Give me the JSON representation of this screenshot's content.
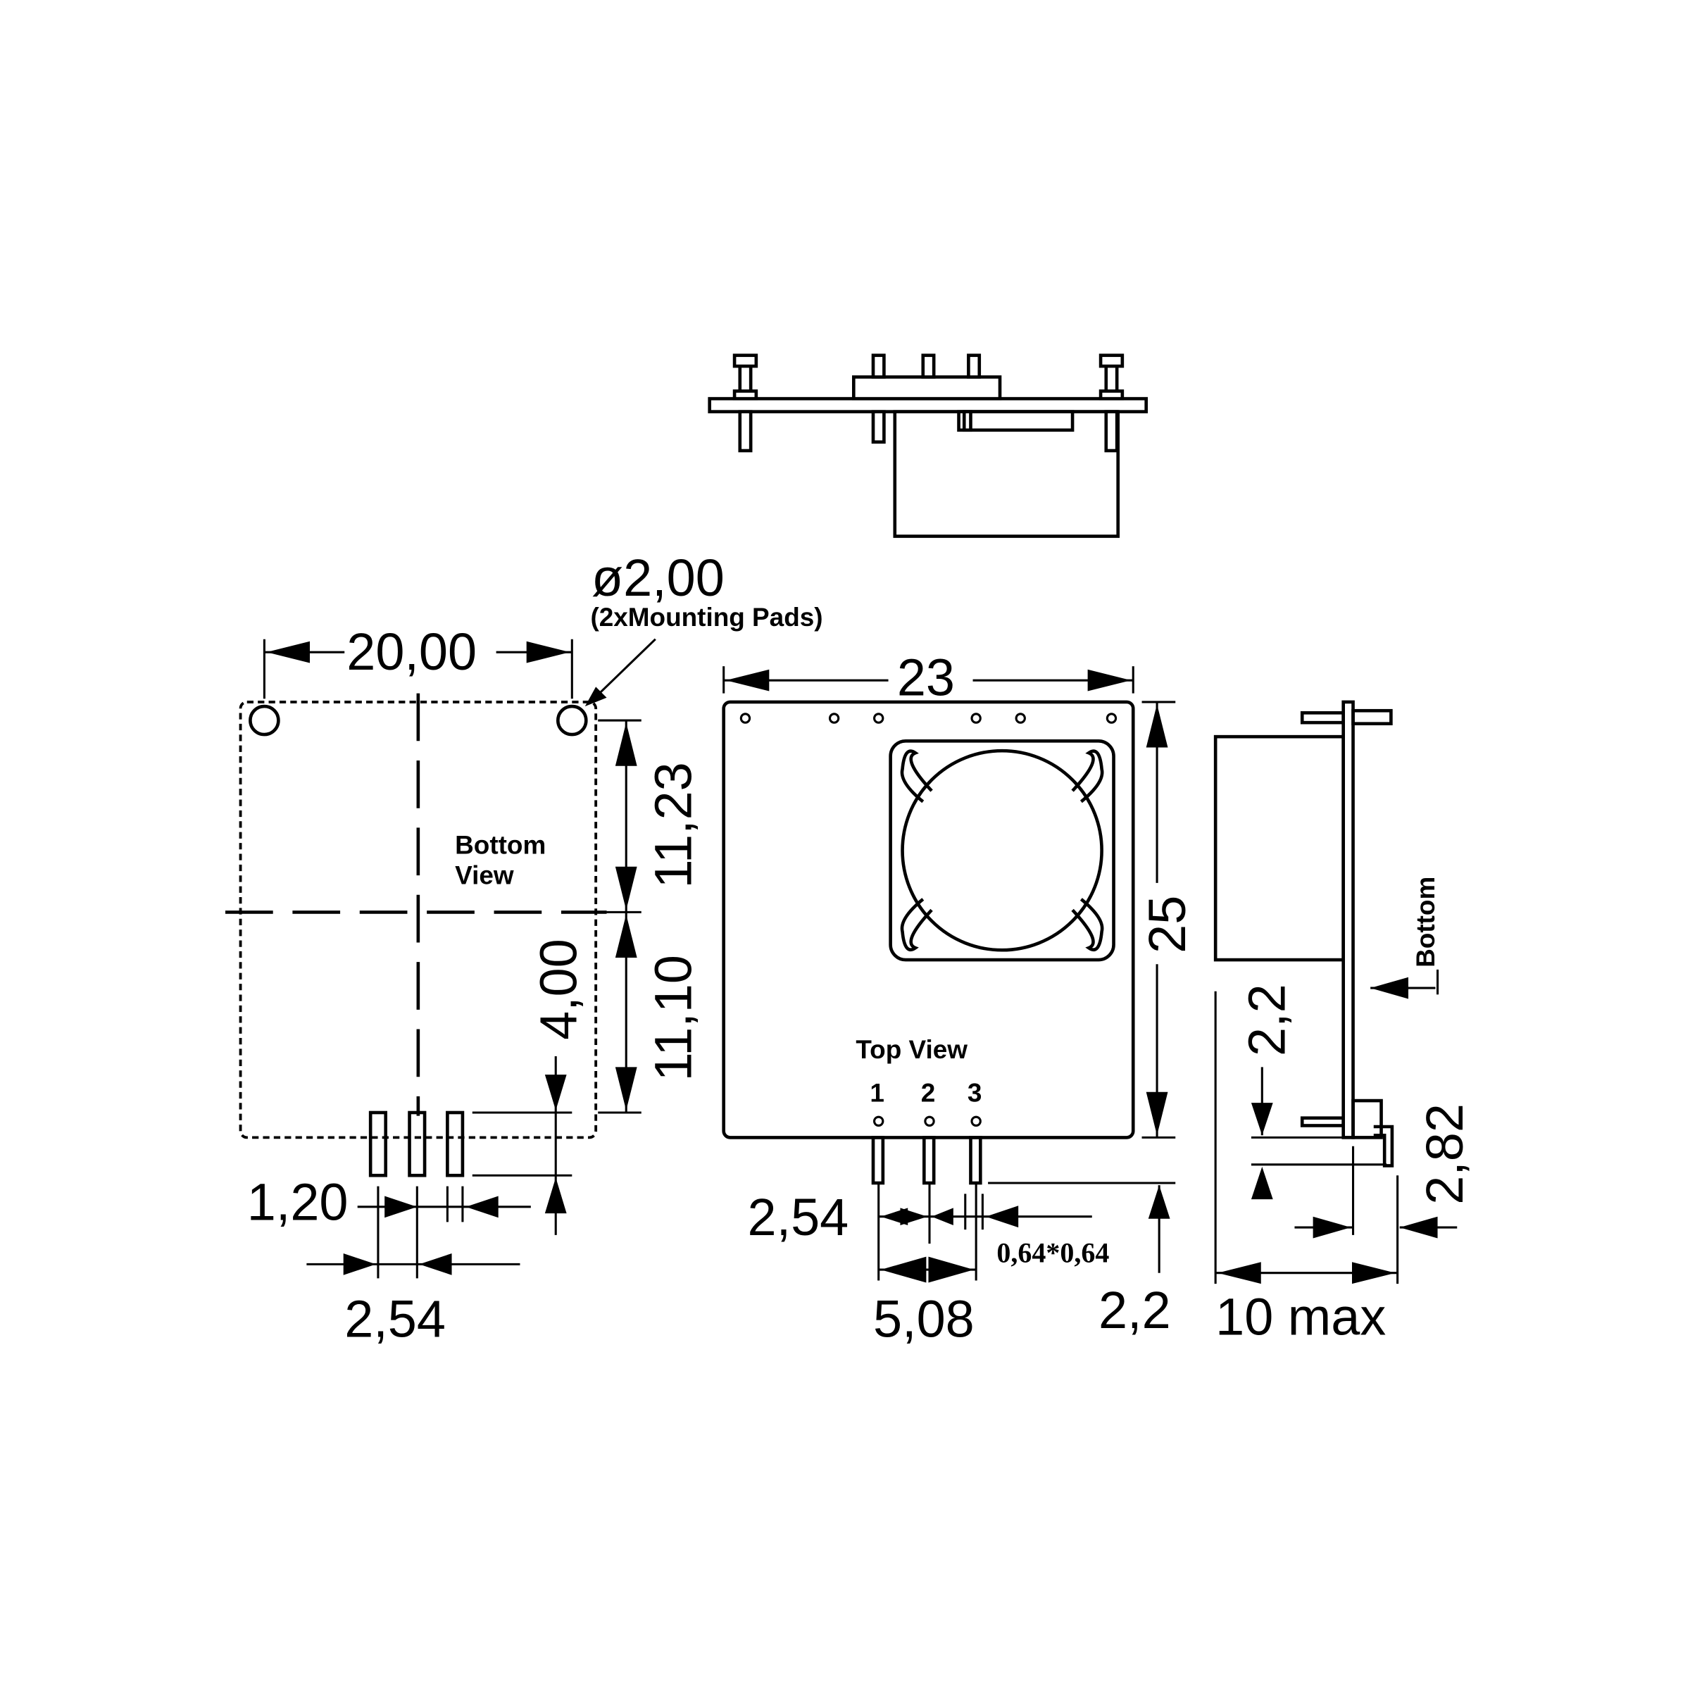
{
  "drawing": {
    "title": "Mechanical dimensions drawing (mm)",
    "bottom_view": {
      "label_line1": "Bottom",
      "label_line2": "View",
      "pad_spacing": "20,00",
      "pad_diameter": "ø2,00",
      "pad_note": "(2xMounting  Pads)",
      "upper_height": "11,23",
      "lower_height": "11,10",
      "pin_offset": "4,00",
      "pin_width": "1,20",
      "pin_pitch": "2,54"
    },
    "top_view": {
      "label": "Top View",
      "pin_labels": [
        "1",
        "2",
        "3"
      ],
      "width": "23",
      "height": "25",
      "pin_pitch": "2,54",
      "pin_span": "5,08",
      "pin_section": "0,64*0,64",
      "pin_length": "2,2"
    },
    "side_view": {
      "label": "Bottom",
      "standoff": "2,2",
      "pin_offset": "2,82",
      "depth": "10 max"
    }
  }
}
